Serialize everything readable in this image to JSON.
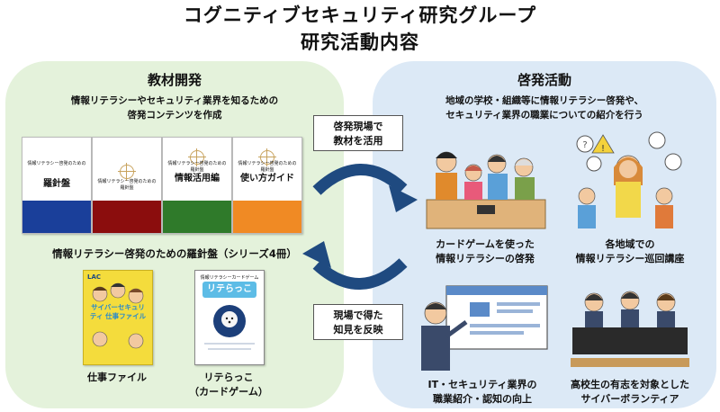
{
  "header": {
    "title_line1": "コグニティブセキュリティ研究グループ",
    "title_line2": "研究活動内容"
  },
  "left": {
    "title": "教材開発",
    "subtitle_line1": "情報リテラシーやセキュリティ業界を知るための",
    "subtitle_line2": "啓発コンテンツを作成",
    "books": [
      {
        "small": "情報リテラシー啓発のための",
        "big": "羅針盤",
        "color": "#1a3f9a"
      },
      {
        "small": "情報リテラシー啓発のための羅針盤",
        "big": "",
        "color": "#8b0d0d"
      },
      {
        "small": "情報リテラシー啓発のための羅針盤",
        "big": "情報活用編",
        "color": "#2f7a2a"
      },
      {
        "small": "情報リテラシー啓発のための羅針盤",
        "big": "使い方ガイド",
        "color": "#f08a24"
      }
    ],
    "books_caption": "情報リテラシー啓発のための羅針盤（シリーズ4冊）",
    "job_file": {
      "cover_logo": "LAC",
      "cover_title": "サイバーセキュリティ 仕事ファイル",
      "caption": "仕事ファイル"
    },
    "card_game": {
      "cover_small": "情報リテラシーカードゲーム",
      "cover_title": "リテらっこ",
      "caption_line1": "リテらっこ",
      "caption_line2": "（カードゲーム）"
    }
  },
  "middle": {
    "callout_top_line1": "啓発現場で",
    "callout_top_line2": "教材を活用",
    "callout_bottom_line1": "現場で得た",
    "callout_bottom_line2": "知見を反映"
  },
  "right": {
    "title": "啓発活動",
    "subtitle_line1": "地域の学校・組織等に情報リテラシー啓発や、",
    "subtitle_line2": "セキュリティ業界の職業についての紹介を行う",
    "items": [
      {
        "line1": "カードゲームを使った",
        "line2": "情報リテラシーの啓発"
      },
      {
        "line1": "各地域での",
        "line2": "情報リテラシー巡回講座"
      },
      {
        "line1": "IT・セキュリティ業界の",
        "line2": "職業紹介・認知の向上"
      },
      {
        "line1": "高校生の有志を対象とした",
        "line2": "サイバーボランティア"
      }
    ]
  },
  "colors": {
    "left_bg": "#e4f2db",
    "right_bg": "#dce9f6",
    "arrow": "#1f4a80"
  }
}
